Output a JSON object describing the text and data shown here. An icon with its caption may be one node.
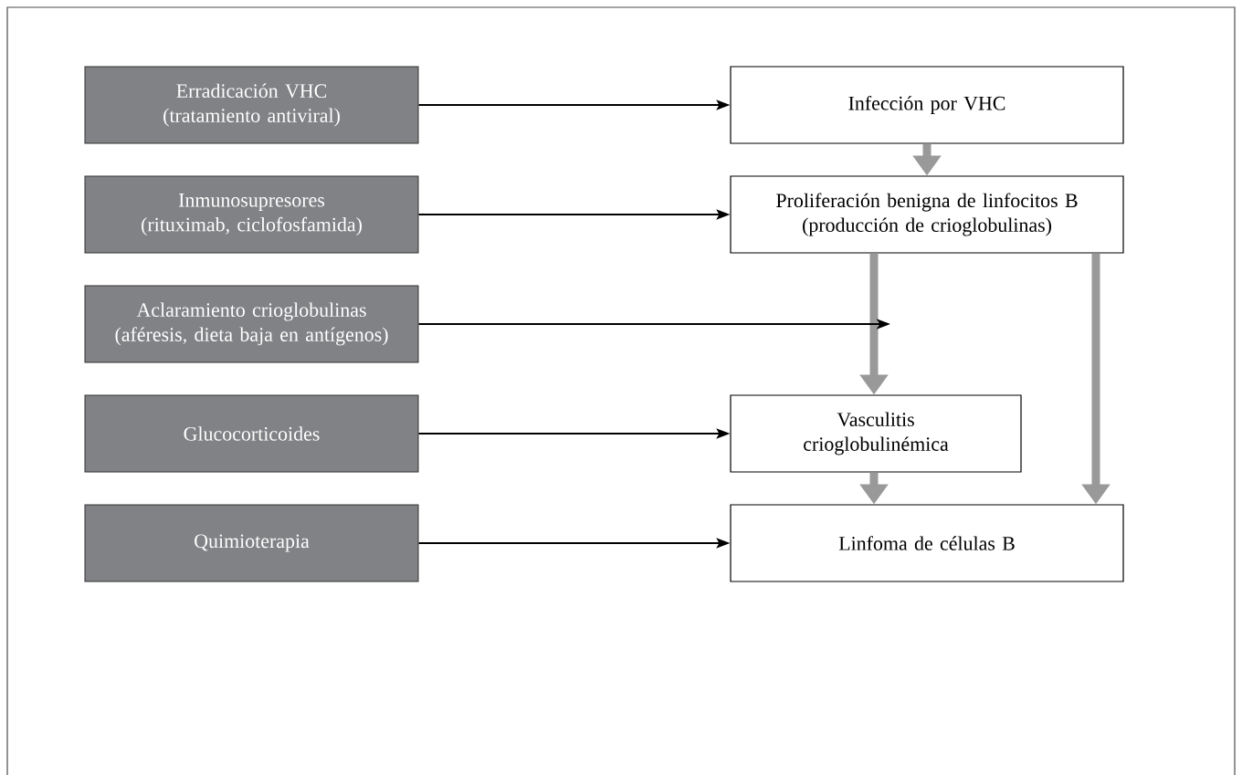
{
  "diagram": {
    "nodes": [
      {
        "text": [
          "Erradicación VHC",
          "(tratamiento antiviral)"
        ]
      },
      {
        "text": [
          "Infección por VHC"
        ]
      },
      {
        "text": [
          "Inmunosupresores",
          "(rituximab, ciclofosfamida)"
        ]
      },
      {
        "text": [
          "Proliferación benigna de linfocitos B",
          "(producción de crioglobulinas)"
        ]
      },
      {
        "text": [
          "Aclaramiento crioglobulinas",
          "(aféresis, dieta baja en antígenos)"
        ]
      },
      {
        "text": [
          "Glucocorticoides"
        ]
      },
      {
        "text": [
          "Vasculitis crioglobulinémica"
        ]
      },
      {
        "text": [
          "Quimioterapia"
        ]
      },
      {
        "text": [
          "Linfoma de células B"
        ]
      }
    ],
    "edges": [
      {
        "from": 0,
        "to": 1,
        "arrow": "to"
      },
      {
        "from": 1,
        "to": 3,
        "arrow": "to",
        "style": "thick",
        "color": "#999999"
      },
      {
        "from": 2,
        "to": 3,
        "arrow": "to"
      },
      {
        "from": 3,
        "to": 6,
        "arrow": "to",
        "style": "thick",
        "color": "#999999"
      },
      {
        "from": 3,
        "to": 8,
        "arrow": "to",
        "style": "thick",
        "color": "#999999"
      },
      {
        "from": 4,
        "to": null,
        "arrow": "to"
      },
      {
        "from": 5,
        "to": 6,
        "arrow": "to"
      },
      {
        "from": 6,
        "to": 8,
        "arrow": "to",
        "style": "thick",
        "color": "#999999"
      },
      {
        "from": 7,
        "to": 8,
        "arrow": "to"
      }
    ]
  }
}
